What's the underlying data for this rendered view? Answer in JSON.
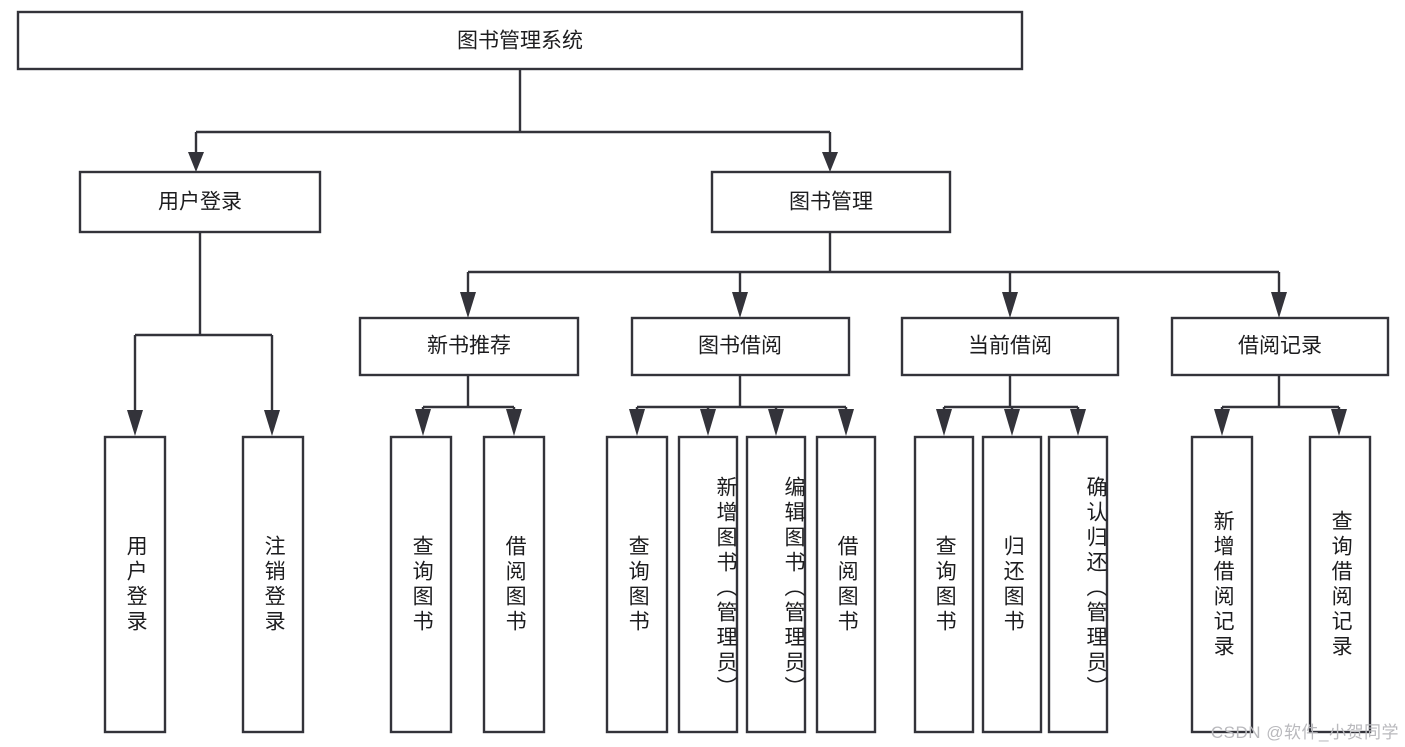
{
  "diagram": {
    "type": "tree-hierarchy",
    "orientation": "top-down",
    "root": {
      "id": "root",
      "label": "图书管理系统"
    },
    "level2": [
      {
        "id": "user-login",
        "label": "用户登录"
      },
      {
        "id": "book-manage",
        "label": "图书管理"
      }
    ],
    "level3": [
      {
        "id": "new-book-rec",
        "label": "新书推荐",
        "parent": "book-manage"
      },
      {
        "id": "book-borrow",
        "label": "图书借阅",
        "parent": "book-manage"
      },
      {
        "id": "current-borrow",
        "label": "当前借阅",
        "parent": "book-manage"
      },
      {
        "id": "borrow-record",
        "label": "借阅记录",
        "parent": "book-manage"
      }
    ],
    "leaves": [
      {
        "id": "leaf-user-login",
        "label": "用户登录",
        "parent": "user-login"
      },
      {
        "id": "leaf-logout-login",
        "label": "注销登录",
        "parent": "user-login"
      },
      {
        "id": "leaf-query-book-1",
        "label": "查询图书",
        "parent": "new-book-rec"
      },
      {
        "id": "leaf-borrow-book-1",
        "label": "借阅图书",
        "parent": "new-book-rec"
      },
      {
        "id": "leaf-query-book-2",
        "label": "查询图书",
        "parent": "book-borrow"
      },
      {
        "id": "leaf-add-book",
        "label": "新增图书（管理员）",
        "parent": "book-borrow"
      },
      {
        "id": "leaf-edit-book",
        "label": "编辑图书（管理员）",
        "parent": "book-borrow"
      },
      {
        "id": "leaf-borrow-book-2",
        "label": "借阅图书",
        "parent": "book-borrow"
      },
      {
        "id": "leaf-query-book-3",
        "label": "查询图书",
        "parent": "current-borrow"
      },
      {
        "id": "leaf-return-book",
        "label": "归还图书",
        "parent": "current-borrow"
      },
      {
        "id": "leaf-confirm-return",
        "label": "确认归还（管理员）",
        "parent": "current-borrow"
      },
      {
        "id": "leaf-add-record",
        "label": "新增借阅记录",
        "parent": "borrow-record"
      },
      {
        "id": "leaf-query-record",
        "label": "查询借阅记录",
        "parent": "borrow-record"
      }
    ],
    "colors": {
      "box_stroke": "#33333a",
      "box_fill": "#ffffff",
      "text": "#1d1d1f",
      "connector": "#33333a",
      "watermark": "#b9b9bd",
      "background": "#ffffff"
    }
  },
  "watermark": {
    "text": "CSDN @软件_小贺同学"
  }
}
